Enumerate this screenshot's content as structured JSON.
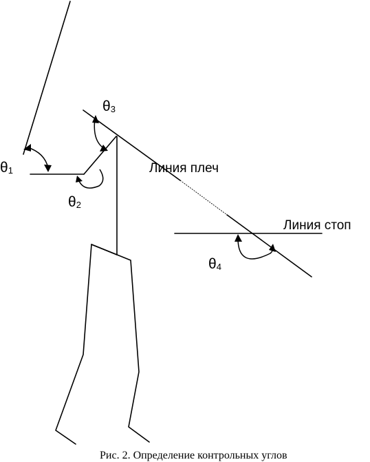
{
  "angles": [
    {
      "symbol": "θ",
      "index": "1"
    },
    {
      "symbol": "θ",
      "index": "2"
    },
    {
      "symbol": "θ",
      "index": "3"
    },
    {
      "symbol": "θ",
      "index": "4"
    }
  ],
  "labels": {
    "shoulder_line": "Линия плеч",
    "feet_line": "Линия стоп"
  },
  "caption": "Рис. 2. Определение контрольных углов"
}
